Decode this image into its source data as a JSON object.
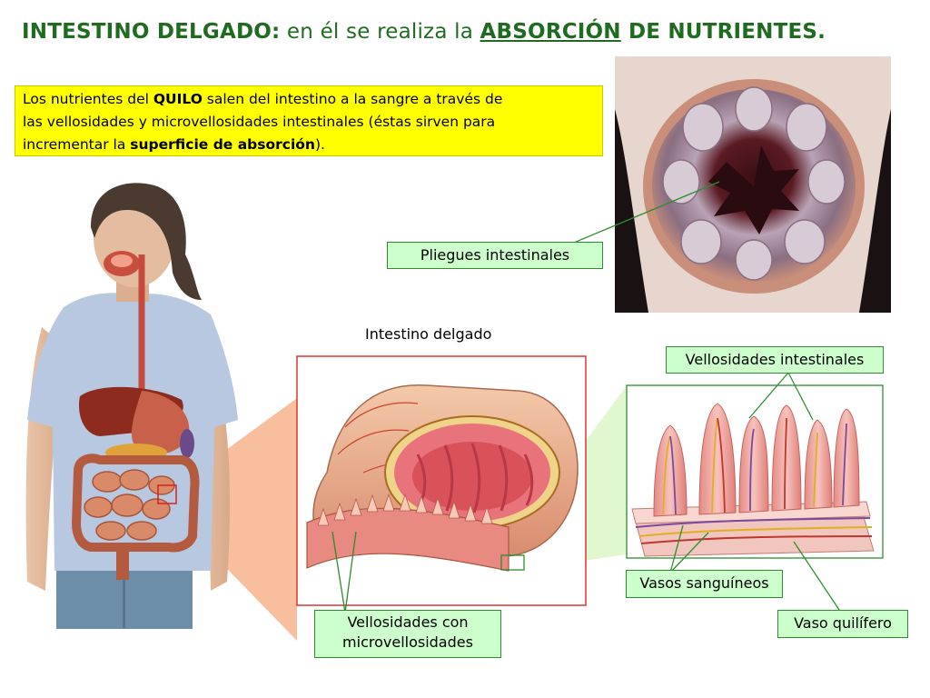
{
  "title": {
    "part1": "INTESTINO DELGADO:",
    "part2": " en él se realiza la ",
    "part3": "ABSORCIÓN",
    "part4": " DE NUTRIENTES."
  },
  "intro": {
    "t1": "Los nutrientes del ",
    "t2": "QUILO",
    "t3": " salen del intestino a la sangre a través de",
    "t4": " las vellosidades y microvellosidades intestinales (éstas sirven para",
    "t5": "incrementar la ",
    "t6": "superficie de absorción",
    "t7": ")."
  },
  "labels": {
    "pliegues": "Pliegues intestinales",
    "intestino": "Intestino delgado",
    "vellosidades_intestinales": "Vellosidades intestinales",
    "vasos_sanguineos": "Vasos sanguíneos",
    "vaso_quilifero": "Vaso quilífero",
    "vellosidades_con_1": "Vellosidades con",
    "vellosidades_con_2": "microvellosidades"
  },
  "colors": {
    "title_green": "#1f6b1f",
    "highlight_yellow": "#ffff00",
    "label_fill": "#ccffcc",
    "label_border": "#2e8b2e",
    "zoom_frame_red": "#d93636"
  }
}
